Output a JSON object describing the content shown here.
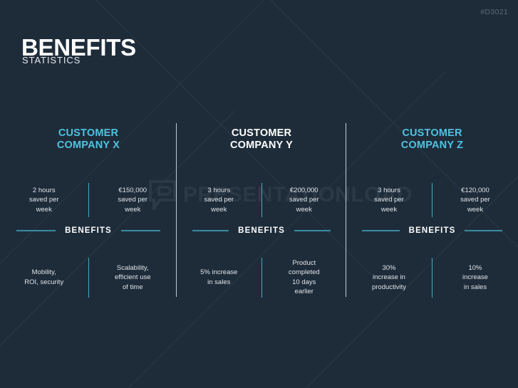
{
  "slide": {
    "doc_code": "#D3021",
    "title": "BENEFITS",
    "subtitle": "STATISTICS",
    "background_color": "#1e2c3a",
    "accent_color": "#4ec3e0",
    "divider_color": "#3fa9c4",
    "separator_color": "#c3cbd2"
  },
  "watermark": {
    "text": "PRESENTATIONLOAD",
    "logo_icon": "speech-bubble-p-logo",
    "color": "#2b3946"
  },
  "columns": [
    {
      "heading_line1": "CUSTOMER",
      "heading_line2": "COMPANY X",
      "heading_style": "accent",
      "stats": [
        "2 hours\nsaved per\nweek",
        "€150,000\nsaved per\nweek"
      ],
      "benefits_label": "BENEFITS",
      "benefits": [
        "Mobility,\nROI, security",
        "Scalability,\nefficient use\nof time"
      ]
    },
    {
      "heading_line1": "CUSTOMER",
      "heading_line2": "COMPANY Y",
      "heading_style": "white",
      "stats": [
        "3 hours\nsaved per\nweek",
        "€200,000\nsaved per\nweek"
      ],
      "benefits_label": "BENEFITS",
      "benefits": [
        "5% increase\nin sales",
        "Product\ncompleted\n10 days\nearlier"
      ]
    },
    {
      "heading_line1": "CUSTOMER",
      "heading_line2": "COMPANY Z",
      "heading_style": "accent",
      "stats": [
        "3 hours\nsaved per\nweek",
        "€120,000\nsaved per\nweek"
      ],
      "benefits_label": "BENEFITS",
      "benefits": [
        "30%\nincrease in\nproductivity",
        "10%\nincrease\nin sales"
      ]
    }
  ]
}
